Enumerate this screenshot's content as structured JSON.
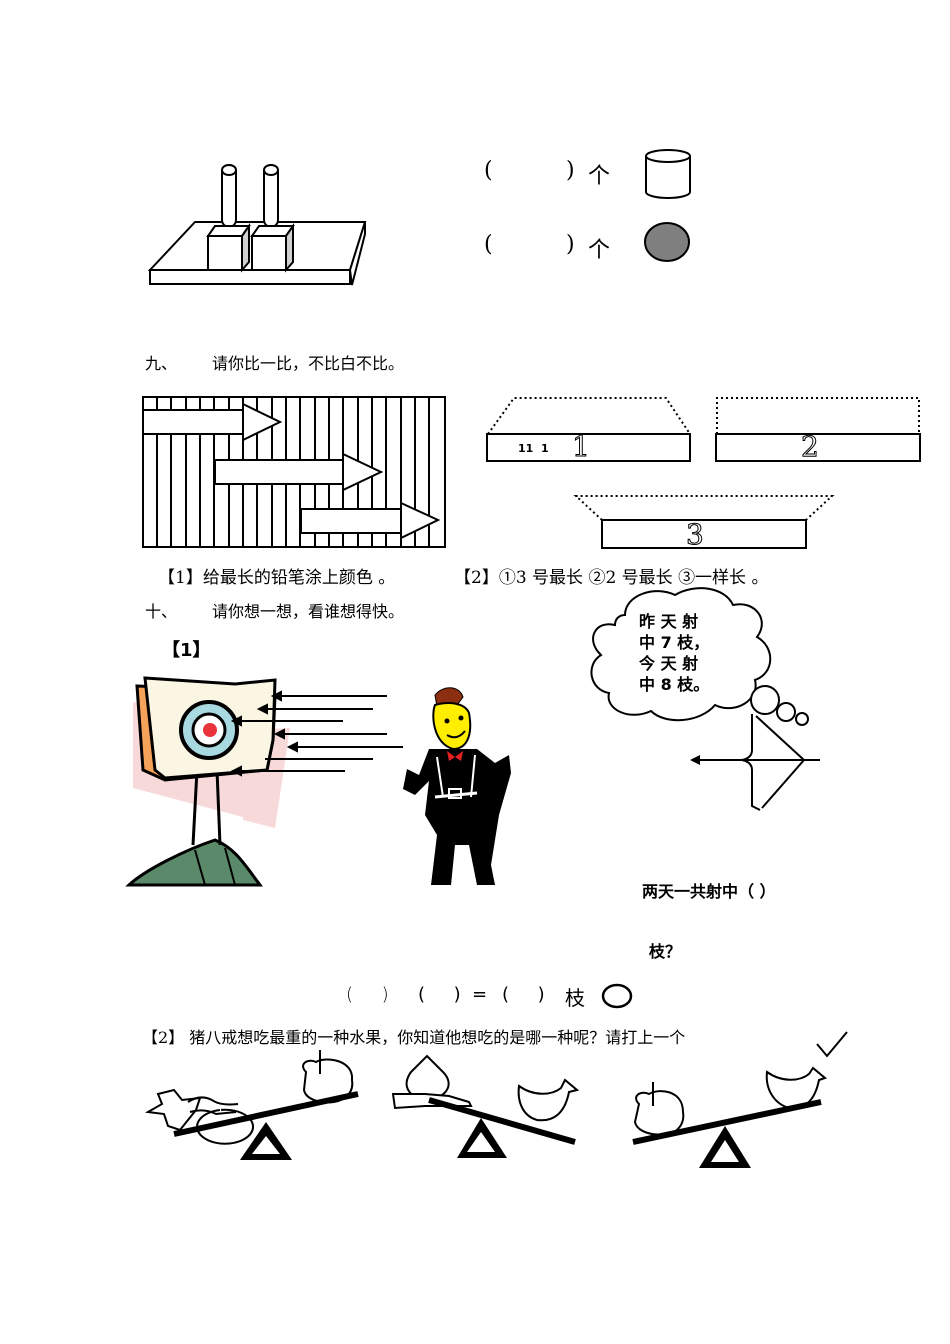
{
  "section8": {
    "count_rows": [
      {
        "open": "(",
        "close": ")",
        "unit": "个",
        "shape": "cylinder"
      },
      {
        "open": "(",
        "close": ")",
        "unit": "个",
        "shape": "sphere"
      }
    ],
    "sphere_color": "#7f7f7f"
  },
  "section9": {
    "number": "九、",
    "title": "请你比一比，不比白不比。",
    "pencils": {
      "labels": [
        "1",
        "2",
        "3"
      ],
      "marks": "11  1"
    },
    "q1": "【1】给最长的铅笔涂上颜色 。",
    "q2": "【2】①3 号最长 ②2 号最长 ③一样长 。"
  },
  "section10": {
    "number": "十、",
    "title": "请你想一想，看谁想得快。",
    "q1_label": "【1】",
    "bubble_lines": [
      "昨 天 射",
      "中 7 枝，",
      "今 天 射",
      "中 8 枝。"
    ],
    "question_line1": "两天一共射中（    ）",
    "question_line2": "枝？",
    "equation": {
      "blank1": "(     )",
      "blank2": "(     )",
      "equals": "=",
      "blank3": "(     )",
      "unit": "枝"
    },
    "q2": "【2】 猪八戒想吃最重的一种水果，你知道他想吃的是哪一种呢？请打上一个",
    "checkmark": "✓",
    "colors": {
      "target_paper": "#fbf5e4",
      "target_ring": "#a9d9e0",
      "bullseye": "#e8323c",
      "mound": "#5a8a6a",
      "pink_bg": "#f8d9da",
      "face": "#ffee00",
      "hair": "#8b2f10",
      "bowtie": "#e82020"
    }
  }
}
